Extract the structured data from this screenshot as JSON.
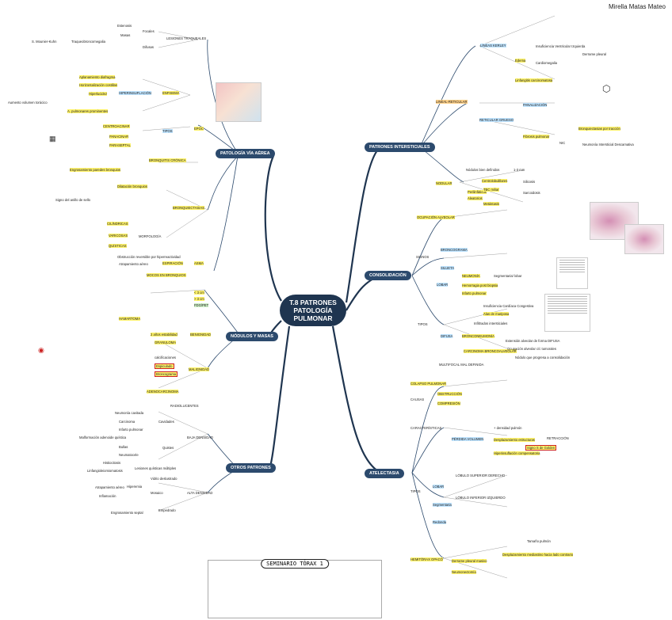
{
  "author": "Mirella Matas Mateo",
  "center": {
    "line1": "T.8 PATRONES",
    "line2": "PATOLOGÍA",
    "line3": "PULMONAR"
  },
  "topics": {
    "via_aerea": "PATOLOGÍA VÍA AÉREA",
    "nodulos": "NÓDULOS Y MASAS",
    "otros": "OTROS PATRONES",
    "intersticiales": "PATRONES INTERSTICIALES",
    "consolidacion": "CONSOLIDACIÓN",
    "atelectasia": "ATELECTASIA"
  },
  "via_aerea": {
    "lesiones_traqueales": "LESIONES TRAQUEALES",
    "focales": "Focales",
    "difusas": "Difusas",
    "estenosis": "Estenosis",
    "masas": "Masas",
    "tm": "S. Mounier-Kuhn",
    "traqueobronco": "Traqueobroncomegalia",
    "epoc": "EPOC",
    "enfisema": "ENFISEMA",
    "hiperinsuflacion": "HIPERINSUFLACIÓN",
    "atrapamiento": "Aplanamiento diafragma",
    "horizontalizacion": "Horizontalización costillas",
    "hiperlucidez": "Hiperlucidez",
    "aumento_volumen": "Aumento volumen torácico",
    "a_pulmonares": "A. pulmonares prominentes",
    "tipos": "TIPOS",
    "centroacinar": "CENTROACINAR",
    "panacinar": "PANACINAR",
    "paraseptal": "PARASEPTAL",
    "bronquitis": "BRONQUITIS CRÓNICA",
    "engrosamiento": "Engrosamiento paredes bronquios",
    "bronquiectasias": "BRONQUIECTASIAS",
    "dilatacion": "Dilatación bronquios",
    "signo_anillo": "Signo del anillo de sello",
    "cilindricas": "CILÍNDRICAS",
    "varicosas": "VARICOSAS",
    "quisticas": "QUÍSTICAS",
    "morfologia": "MORFOLOGÍA",
    "asma": "ASMA",
    "espiracion": "ESPIRACIÓN",
    "mocos": "MOCOS EN BRONQUIOS",
    "obstruccion": "Obstrucción reversible por hiperreactividad",
    "atrapamiento_aereo": "Atrapamiento aéreo"
  },
  "nodulos": {
    "nodulo": "< 3 cm",
    "masa": "> 3 cm",
    "fdg": "FDG/PET",
    "benignidad": "BENIGNIDAD",
    "malignidad": "MALIGNIDAD",
    "granuloma": "GRANULOMA",
    "hamartoma": "HAMARTOMA",
    "adenocarcinoma": "ADENOCARCINOMA",
    "calcificaciones": "calcificaciones",
    "espiculado": "Espiculado",
    "broncograma": "Broncograma",
    "crecimiento": "2 años estabilidad"
  },
  "otros": {
    "radiolucentes": "RADIOLUCENTES",
    "cavidades": "Cavidades",
    "quistes": "Quistes",
    "baja_densidad": "BAJA DENSIDAD",
    "alta_densidad": "ALTA DENSIDAD",
    "mosaico": "Mosaico",
    "vidrio": "Vidrio deslustrado",
    "empedrado": "Empedrado",
    "neumonia_cavitada": "Neumonía cavitada",
    "carcinoma": "Carcinoma",
    "infarto": "Infarto pulmonar",
    "bullas": "Bullas",
    "neumatocele": "Neumatocele",
    "histiocitosis": "Histiocitosis",
    "linfangio": "Linfangioleiomiomatosis",
    "malformacion": "Malformación adenoide quística",
    "lesiones_multiples": "Lesiones quísticas múltiples",
    "atrapamiento": "Atrapamiento aéreo",
    "hiperemia": "Hiperemia",
    "inflamacion": "Inflamación",
    "engrosamiento_septal": "Engrosamiento septal"
  },
  "intersticiales": {
    "lineal": "LINEAL-RETICULAR",
    "lineas_kerley": "LÍNEAS KERLEY",
    "nodular": "NODULAR",
    "reticular_grueso": "RETICULAR GRUESO",
    "panalizacion": "PANALIZACIÓN",
    "bronquiectasias_traccion": "Bronquiectasias por tracción",
    "nic": "NIC",
    "nid": "Neumonía Intersticial Descamativa",
    "fibrosis": "Fibrosis pulmonar",
    "edema": "Edema",
    "insuficiencia": "Insuficiencia Ventricular Izquierda",
    "cardiomegalia": "Cardiomegalia",
    "linfangitis": "Linfangitis carcinomatosa",
    "derrame": "Derrame pleural",
    "nodulos_bien": "Nódulos bien definidos",
    "tamano": "1-3 mm",
    "centrolobulillares": "Centrolobulillares",
    "perilinfaticos": "Perilinfáticos",
    "aleatorios": "Aleatorios",
    "tbc": "TBC miliar",
    "metastasis": "Metástasis",
    "silicosis": "Silicosis",
    "sarcoidosis": "Sarcoidosis"
  },
  "consolidacion": {
    "ocupacion": "OCUPACIÓN ALVEOLAR",
    "signos": "SIGNOS",
    "broncograma": "BRONCOGRAMA",
    "silueta": "SILUETA",
    "tipos": "TIPOS",
    "neumonia": "NEUMONÍA",
    "lobar": "LOBAR",
    "hemorragia": "Hemorragia post biopsia",
    "infarto": "Infarto pulmonar",
    "edema_cardio": "Insuficiencia Cardíaca Congestiva",
    "alas": "Alas de mariposa",
    "infiltrados": "Infiltrados intersticiales",
    "bronconeumonia": "BRONCONEUMONÍA",
    "difusa": "DIFUSA",
    "carcinoma": "CARCINOMA BRONCOALVEOLAR",
    "multifocal": "MULTIFOCAL MAL DEFINIDA",
    "segmentaria": "Segmentaria/ lobar",
    "extension": "Extensión alveolar de forma DIFUSA",
    "ocupacion_lumen": "Ocupación alveolar c/c tumorales",
    "nodulo_progresa": "Nódulo que progresa a consolidación"
  },
  "atelectasia": {
    "colapso": "COLAPSO PULMONAR",
    "causas": "CAUSAS",
    "obstruccion": "OBSTRUCCIÓN",
    "compresion": "COMPRESIÓN",
    "caracteristicas": "CARACTERÍSTICAS",
    "densidad": "+ densidad pulmón",
    "perdida": "PÉRDIDA VOLUMEN",
    "desplazamiento": "Desplazamiento estructuras",
    "hiperinsuflacion": "Hiperinsuflación compensatoria",
    "tipos": "TIPOS",
    "lobar": "LOBAR",
    "lsd": "LÓBULO SUPERIOR DERECHO",
    "lid": "LÓBULO INFERIOR IZQUIERDO",
    "segmentaria": "Segmentaria",
    "redonda": "Redonda",
    "hemitorax": "HEMITÓRAX OPACO",
    "neumonectomia": "Neumonectomía",
    "derrame": "Derrame pleural masivo",
    "desplazamiento_mediastino": "Desplazamiento mediastino hacia lado contrario",
    "signo_s": "Signo S de Golden",
    "retraccion": "RETRACCIÓN",
    "tamano": "Tamaño pulmón"
  },
  "seminario": {
    "title": "SEMINARIO TÓRAX 1"
  }
}
